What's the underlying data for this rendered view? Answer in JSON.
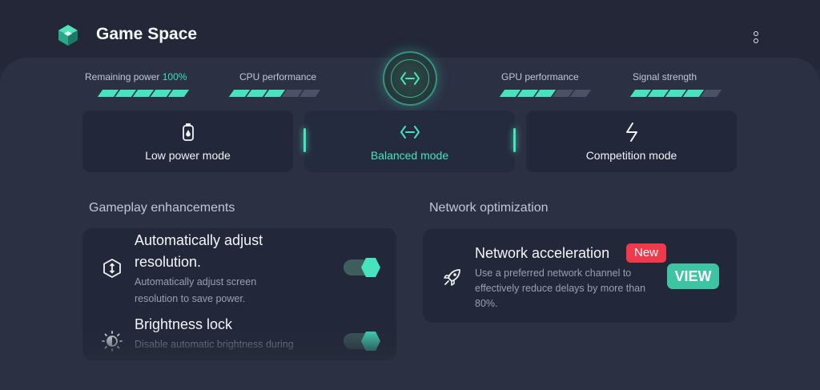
{
  "header": {
    "title": "Game Space",
    "logo_icon": "game-space-logo-icon",
    "more_icon": "more-vertical-icon"
  },
  "stats": {
    "remaining_power": {
      "label": "Remaining power",
      "value": "100%",
      "level": 5,
      "max": 5
    },
    "cpu": {
      "label": "CPU performance",
      "level": 3,
      "max": 5
    },
    "gpu": {
      "label": "GPU performance",
      "level": 3,
      "max": 5
    },
    "signal": {
      "label": "Signal strength",
      "level": 4,
      "max": 5
    }
  },
  "modes": [
    {
      "label": "Low power mode",
      "icon": "battery-drop-icon",
      "active": false
    },
    {
      "label": "Balanced mode",
      "icon": "balanced-arrows-icon",
      "active": true
    },
    {
      "label": "Competition mode",
      "icon": "lightning-icon",
      "active": false
    }
  ],
  "gameplay": {
    "section_title": "Gameplay enhancements",
    "items": [
      {
        "title_line1": "Automatically adjust",
        "title_line2": "resolution.",
        "desc_line1": "Automatically adjust screen",
        "desc_line2": "resolution to save power.",
        "icon": "resolution-icon",
        "enabled": true
      },
      {
        "title": "Brightness lock",
        "desc_line1": "Disable automatic brightness during",
        "icon": "brightness-icon",
        "enabled": true
      }
    ]
  },
  "network": {
    "section_title": "Network optimization",
    "title": "Network acceleration",
    "badge": "New",
    "desc_line1": "Use a preferred network channel to",
    "desc_line2": "effectively reduce delays by more than",
    "desc_line3": "80%.",
    "button": "VIEW",
    "icon": "rocket-icon"
  },
  "colors": {
    "accent": "#46e3bc",
    "badge": "#ef3a4c",
    "background": "#262b3b",
    "card": "#22273a"
  }
}
